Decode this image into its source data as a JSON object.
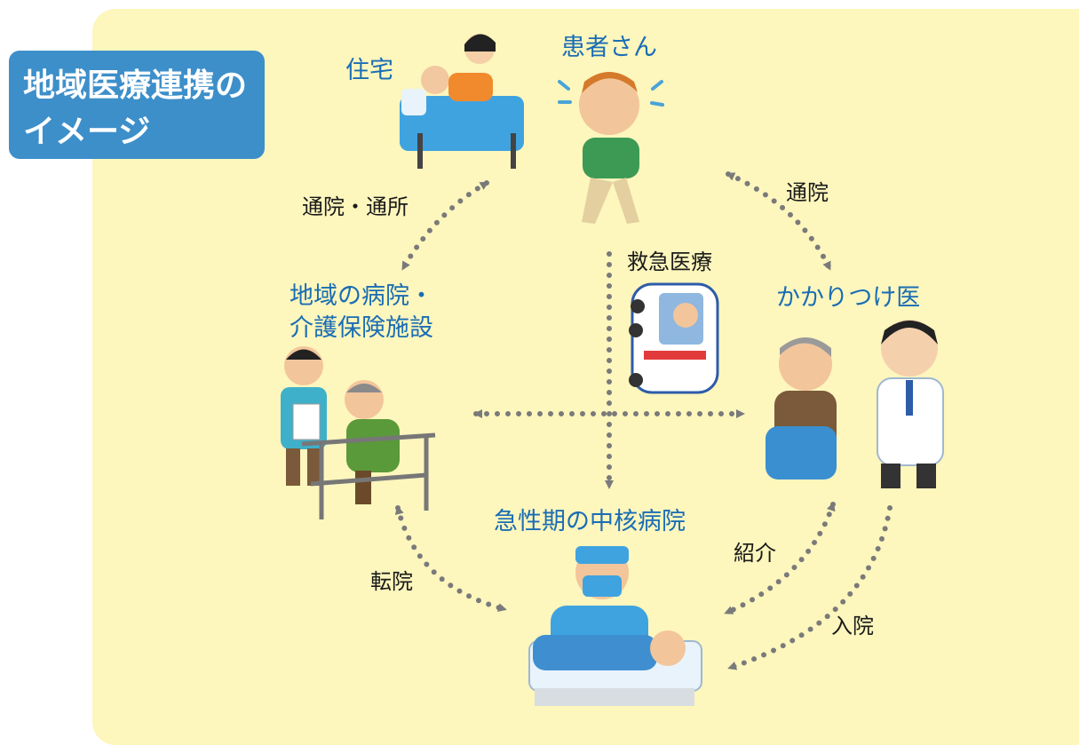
{
  "title": {
    "line1": "地域医療連携の",
    "line2": "イメージ"
  },
  "nodes": {
    "home": "住宅",
    "patient": "患者さん",
    "family_doctor": "かかりつけ医",
    "local_hospital_line1": "地域の病院・",
    "local_hospital_line2": "介護保険施設",
    "core_hospital": "急性期の中核病院"
  },
  "links": {
    "commute_home": "通院・通所",
    "commute_doctor": "通院",
    "emergency": "救急医療",
    "transfer": "転院",
    "referral": "紹介",
    "admission": "入院"
  },
  "colors": {
    "panel": "#fdf6bd",
    "title_box": "#3d8fca",
    "node_label": "#1a6db4",
    "arrow": "#7a7a7a"
  }
}
